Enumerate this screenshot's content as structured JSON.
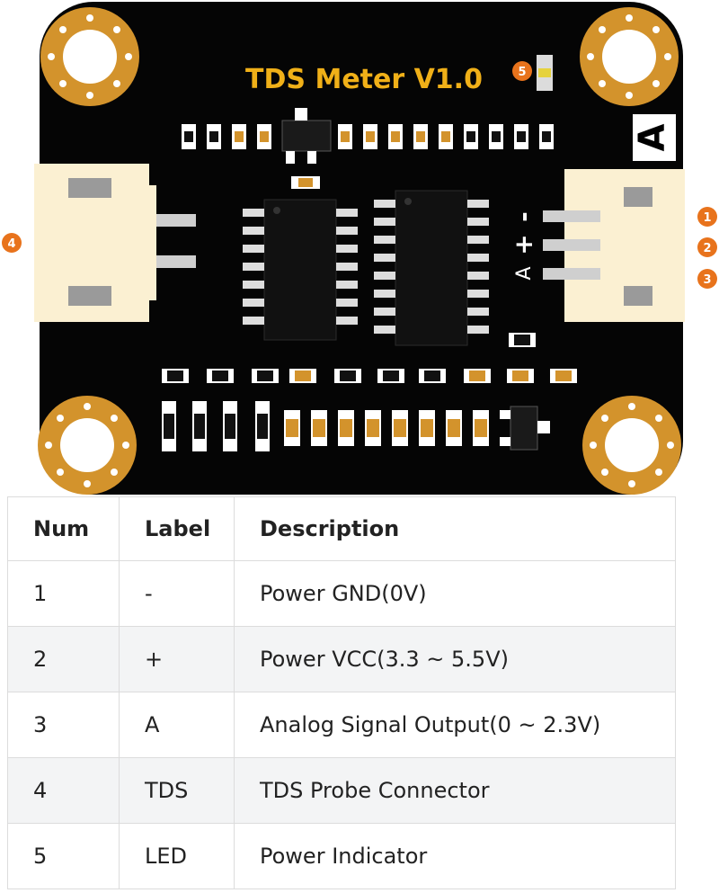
{
  "board": {
    "title": "TDS Meter V1.0",
    "connector_label": "A",
    "pin_labels": [
      "-",
      "+",
      "A"
    ],
    "callouts": [
      "1",
      "2",
      "3",
      "4",
      "5"
    ],
    "colors": {
      "pcb": "#050505",
      "pad": "#d3932c",
      "title": "#f0b018",
      "connector": "#fbf0d2",
      "callout": "#e8731c"
    }
  },
  "table": {
    "headers": [
      "Num",
      "Label",
      "Description"
    ],
    "rows": [
      [
        "1",
        "-",
        "Power GND(0V)"
      ],
      [
        "2",
        "+",
        "Power VCC(3.3 ~ 5.5V)"
      ],
      [
        "3",
        "A",
        "Analog Signal Output(0 ~ 2.3V)"
      ],
      [
        "4",
        "TDS",
        "TDS Probe Connector"
      ],
      [
        "5",
        "LED",
        "Power Indicator"
      ]
    ]
  }
}
